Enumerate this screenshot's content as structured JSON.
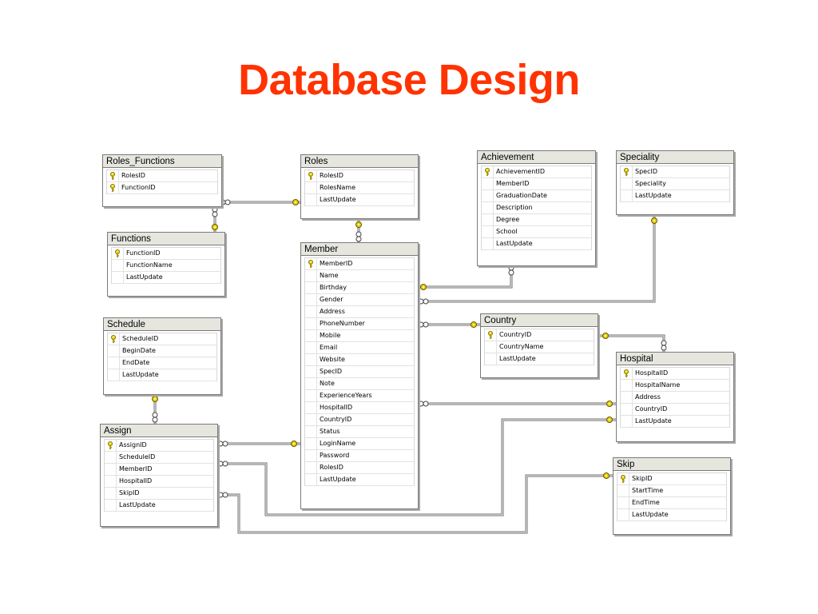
{
  "slide": {
    "title": "Database Design"
  },
  "tables": {
    "roles_functions": {
      "name": "Roles_Functions",
      "columns": [
        {
          "name": "RolesID",
          "pk": true
        },
        {
          "name": "FunctionID",
          "pk": true
        }
      ]
    },
    "roles": {
      "name": "Roles",
      "columns": [
        {
          "name": "RolesID",
          "pk": true
        },
        {
          "name": "RolesName",
          "pk": false
        },
        {
          "name": "LastUpdate",
          "pk": false
        }
      ]
    },
    "achievement": {
      "name": "Achievement",
      "columns": [
        {
          "name": "AchievementID",
          "pk": true
        },
        {
          "name": "MemberID",
          "pk": false
        },
        {
          "name": "GraduationDate",
          "pk": false
        },
        {
          "name": "Description",
          "pk": false
        },
        {
          "name": "Degree",
          "pk": false
        },
        {
          "name": "School",
          "pk": false
        },
        {
          "name": "LastUpdate",
          "pk": false
        }
      ]
    },
    "speciality": {
      "name": "Speciality",
      "columns": [
        {
          "name": "SpecID",
          "pk": true
        },
        {
          "name": "Speciality",
          "pk": false
        },
        {
          "name": "LastUpdate",
          "pk": false
        }
      ]
    },
    "functions": {
      "name": "Functions",
      "columns": [
        {
          "name": "FunctionID",
          "pk": true
        },
        {
          "name": "FunctionName",
          "pk": false
        },
        {
          "name": "LastUpdate",
          "pk": false
        }
      ]
    },
    "member": {
      "name": "Member",
      "columns": [
        {
          "name": "MemberID",
          "pk": true
        },
        {
          "name": "Name",
          "pk": false
        },
        {
          "name": "Birthday",
          "pk": false
        },
        {
          "name": "Gender",
          "pk": false
        },
        {
          "name": "Address",
          "pk": false
        },
        {
          "name": "PhoneNumber",
          "pk": false
        },
        {
          "name": "Mobile",
          "pk": false
        },
        {
          "name": "Email",
          "pk": false
        },
        {
          "name": "Website",
          "pk": false
        },
        {
          "name": "SpecID",
          "pk": false
        },
        {
          "name": "Note",
          "pk": false
        },
        {
          "name": "ExperienceYears",
          "pk": false
        },
        {
          "name": "HospitalID",
          "pk": false
        },
        {
          "name": "CountryID",
          "pk": false
        },
        {
          "name": "Status",
          "pk": false
        },
        {
          "name": "LoginName",
          "pk": false
        },
        {
          "name": "Password",
          "pk": false
        },
        {
          "name": "RolesID",
          "pk": false
        },
        {
          "name": "LastUpdate",
          "pk": false
        }
      ]
    },
    "schedule": {
      "name": "Schedule",
      "columns": [
        {
          "name": "ScheduleID",
          "pk": true
        },
        {
          "name": "BeginDate",
          "pk": false
        },
        {
          "name": "EndDate",
          "pk": false
        },
        {
          "name": "LastUpdate",
          "pk": false
        }
      ]
    },
    "country": {
      "name": "Country",
      "columns": [
        {
          "name": "CountryID",
          "pk": true
        },
        {
          "name": "CountryName",
          "pk": false
        },
        {
          "name": "LastUpdate",
          "pk": false
        }
      ]
    },
    "hospital": {
      "name": "Hospital",
      "columns": [
        {
          "name": "HospitalID",
          "pk": true
        },
        {
          "name": "HospitalName",
          "pk": false
        },
        {
          "name": "Address",
          "pk": false
        },
        {
          "name": "CountryID",
          "pk": false
        },
        {
          "name": "LastUpdate",
          "pk": false
        }
      ]
    },
    "assign": {
      "name": "Assign",
      "columns": [
        {
          "name": "AssignID",
          "pk": true
        },
        {
          "name": "ScheduleID",
          "pk": false
        },
        {
          "name": "MemberID",
          "pk": false
        },
        {
          "name": "HospitalID",
          "pk": false
        },
        {
          "name": "SkipID",
          "pk": false
        },
        {
          "name": "LastUpdate",
          "pk": false
        }
      ]
    },
    "skip": {
      "name": "Skip",
      "columns": [
        {
          "name": "SkipID",
          "pk": true
        },
        {
          "name": "StartTime",
          "pk": false
        },
        {
          "name": "EndTime",
          "pk": false
        },
        {
          "name": "LastUpdate",
          "pk": false
        }
      ]
    }
  },
  "colors": {
    "title": "#ff3300",
    "key": "#e8d000",
    "line": "#6e6e6e",
    "header": "#e6e6df"
  },
  "relationships": [
    {
      "from": "roles_functions",
      "to": "roles"
    },
    {
      "from": "roles_functions",
      "to": "functions"
    },
    {
      "from": "member",
      "to": "roles"
    },
    {
      "from": "achievement",
      "to": "member"
    },
    {
      "from": "member",
      "to": "speciality"
    },
    {
      "from": "member",
      "to": "country"
    },
    {
      "from": "hospital",
      "to": "country"
    },
    {
      "from": "member",
      "to": "hospital"
    },
    {
      "from": "assign",
      "to": "schedule"
    },
    {
      "from": "assign",
      "to": "member"
    },
    {
      "from": "assign",
      "to": "hospital"
    },
    {
      "from": "assign",
      "to": "skip"
    }
  ],
  "icons": {
    "primary_key": "key-icon",
    "many_end": "infinity-icon",
    "one_end": "key-icon"
  }
}
